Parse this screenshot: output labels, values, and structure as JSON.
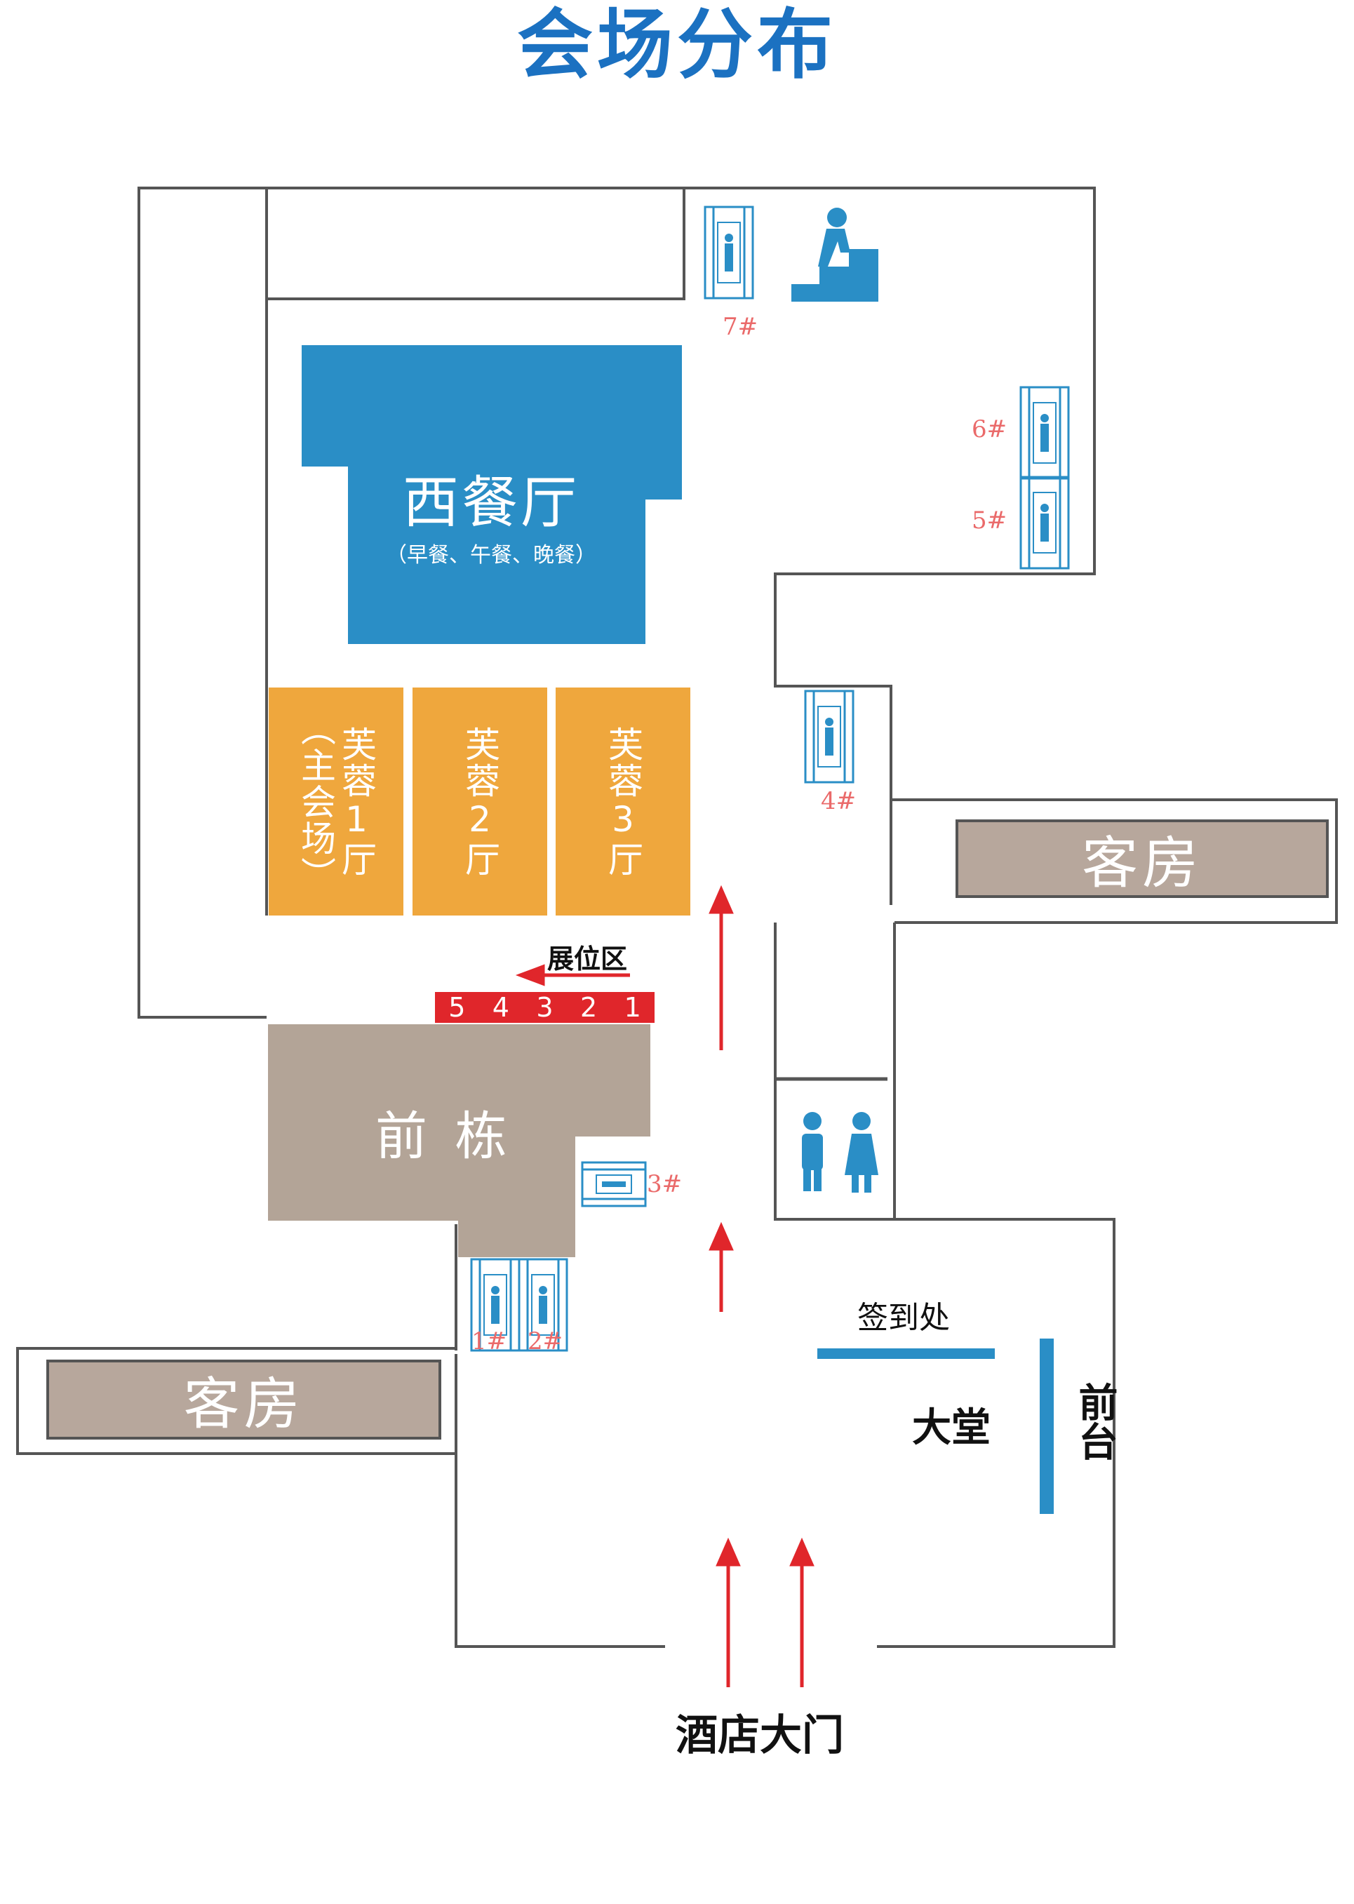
{
  "title": "会场分布",
  "colors": {
    "title": "#1b71c1",
    "restaurant": "#2a8ec6",
    "hall": "#efa73d",
    "building": "#b3a497",
    "arrow": "#e0262b",
    "icon": "#2a8ec6",
    "elevator_number": "#ea6a6a"
  },
  "restaurant": {
    "name": "西餐厅",
    "meals": "（早餐、午餐、晚餐）"
  },
  "halls": [
    {
      "name": "芙蓉1厅",
      "note": "（主会场）"
    },
    {
      "name": "芙蓉2厅"
    },
    {
      "name": "芙蓉3厅"
    }
  ],
  "booth_area": {
    "label": "展位区",
    "booths": [
      "5",
      "4",
      "3",
      "2",
      "1"
    ]
  },
  "front_building": "前 栋",
  "guest_rooms": [
    "客房",
    "客房"
  ],
  "elevators": {
    "e1": "1#",
    "e2": "2#",
    "e3": "3#",
    "e4": "4#",
    "e5": "5#",
    "e6": "6#",
    "e7": "7#"
  },
  "checkin": "签到处",
  "lobby": "大堂",
  "front_desk": "前台",
  "hotel_entrance": "酒店大门",
  "icons": [
    "elevator-icon",
    "stairs-icon",
    "restroom-icon",
    "arrow-icon"
  ]
}
